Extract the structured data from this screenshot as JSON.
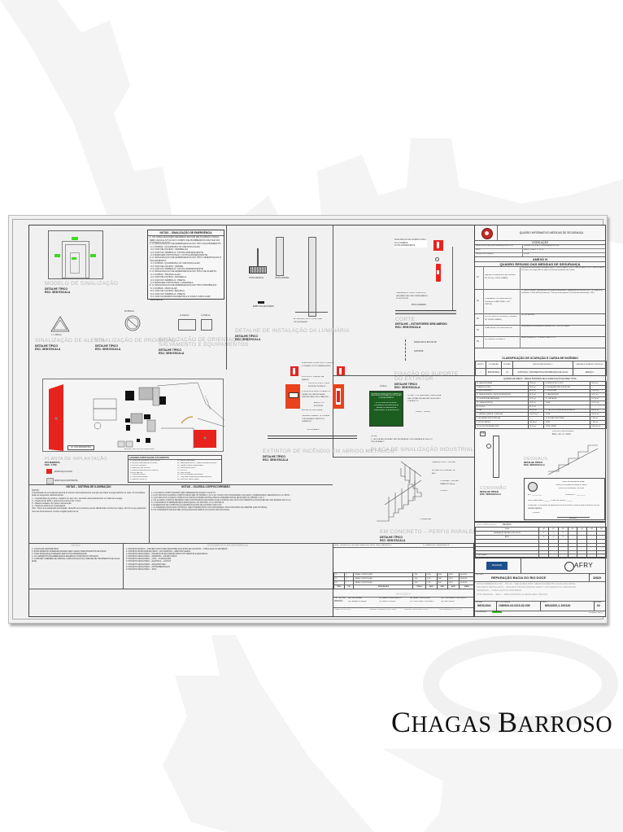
{
  "brand": {
    "first": "Chagas",
    "last": "Barroso"
  },
  "drawing": {
    "sections": {
      "modelo": {
        "title": "MODELO DE SINALIZAÇÃO",
        "sub": "DETALHE TÍPICO\nESC: SEM ESCALA"
      },
      "alerta": {
        "title": "SINALIZAÇÃO DE ALERTA",
        "sub": "DETALHE TÍPICO\nESC: SEM ESCALA",
        "dim": "L = 415mm"
      },
      "proibicao": {
        "title": "SINALIZAÇÃO DE PROIBIÇÃO",
        "sub": "DETALHE TÍPICO\nESC: SEM ESCALA",
        "dim": "D=353mm"
      },
      "orientacao": {
        "title": "SINALIZAÇÃO DE ORIENTAÇÃO E\nSALVAMENTO E EQUIPAMENTOS",
        "sub": "DETALHE TÍPICO\nESC: SEM ESCALA",
        "dim1": "L=412mm",
        "dim2": "L=316mm"
      },
      "luminaria": {
        "title": "DETALHE DE INSTALAÇÃO DA LUMINÁRIA",
        "sub": "DETALHE TÍPICO\nESC: SEM ESCALA",
        "labels": [
          "VISTA FRONTAL",
          "VISTA LATERAL",
          "EMBUTIDA EM FORRO",
          "ALTURA DA FONTE COM ALTURA DE INSTALAÇÃO"
        ]
      },
      "extintor_corte": {
        "title": "CORTE",
        "sub": "DETALHE – EXTINTORES SEM ABRIGO\nESC: SEM ESCALA",
        "note1": "SINALIZAÇÃO DE ACORDO COM A NT-10 DIMENS. FOTOLUMINESCENTE",
        "note2": "UMA ÁREA DE 1,00m x 1,00m DEVE SER MANTIDA LIVRE SOBRE ABRIGO DO EXTINTOR",
        "note3": "PISO ACABADO"
      },
      "fixacao": {
        "title": "FIXAÇÃO DO SUPORTE\nDO EXTINTOR",
        "sub": "DETALHE TÍPICO\nESC: SEM ESCALA",
        "labels": [
          "PARAFUSO E BUCHA S8",
          "SUPORTE"
        ]
      },
      "abrigo": {
        "title": "EXTINTOR DE INCÊNDIO EM ABRIGO METÁLICO",
        "sub": "DETALHE TÍPICO\nESC: SEM ESCALA",
        "labels": [
          "SINALIZAÇÃO DE ACORDO COM A NT-10 DIMENS. FOTOLUMINESCENTE",
          "SUPORTE P/ FIXAÇÃO NA PAREDE",
          "VISOR DE VIDRO COM A ESCRITA \"INCÊNDIO\"",
          "ETIQUETA DE IDENTIFICAÇÃO DO ÓRGÃO DE CERTIFICAÇÃO CREDENCIADO PELO INMETRO",
          "ABRIGO DO EXTINTOR",
          "ALETAS DE VENTILAÇÃO",
          "CAIXA EM CHAPA Nº 18 PINTADA COM ESMALTE SINTÉTICO VERMELHO",
          "PISO ACABADO"
        ]
      },
      "placa": {
        "title": "PLACA DE SINALIZAÇÃO INDUSTRIAL M1",
        "dim": "21,5mm",
        "lines": [
          "ESTA EDIFICAÇÃO ESTÁ DOTADA DOS SEGUINTES SISTEMAS DE PROTEÇÃO CONTRA INCÊNDIO:",
          "EXTINTORES DE INCÊNDIO",
          "ILUMINAÇÃO DE EMERGÊNCIA",
          "SAÍDAS DE EMERGÊNCIA",
          "SINALIZAÇÃO DE EMERGÊNCIA"
        ],
        "callout1": "LETRA – COR BRANCA ALTURA MÍNIMA DAS LETRAS DEVEM SER DE ACORDO COM A NT 10",
        "callout2": "FUNDO – VERDE",
        "note": "NOTAS:\n1 – AS PLACAS DEVERÃO SER INSTALADAS COM SUA BASE A 1,80m DO PISO ACABADO"
      },
      "escada": {
        "title": "EM CONCRETO – PERFIS PARALELOS",
        "sub": "DETALHE TÍPICO\nESC: SEM ESCALA",
        "labels": [
          "GUARDA-CORPO TUBULAR",
          "BUCHAS DE EXPANSÃO DE AÇO",
          "CORRIMÃO TUBULAR DIÂMETRO 38mm",
          "CONDUIT",
          "LONGARINAS"
        ]
      },
      "degraus": {
        "title": "DEGRAUS",
        "sub": "DETALHE TÍPICO\nESC: SEM ESCALA",
        "note": "CÁLCULO DE BLONDEL:\n63cm ≤ 2h + b ≤ 64cm"
      },
      "corrimao": {
        "title": "CORRIMÃO",
        "sub": "DETALHE TÍPICO\nESC: SEM ESCALA",
        "dim": "5,8"
      },
      "implantacao": {
        "title": "PLANTA DE IMPLANTAÇÃO",
        "sub": "ETA MARISTA\nESC: 1:750",
        "legend_new": "EDIFICAÇÃO NOVA",
        "legend_existing": "EDIFICAÇÃO EXISTENTE",
        "street": "AV. DOS IMIGRANTES",
        "street2": "ACESSO VEÍCULOS E PEDESTRES",
        "street3": "R. CHAMPAGNAT"
      }
    },
    "notes_emergencia": {
      "title": "NOTAS – SINALIZAÇÃO DE EMERGÊNCIA",
      "items": [
        "1. AS SINALIZAÇÕES DEVERÃO ESTAR DE ACORDO COM A NBR 13434 E NT-10 DO CORPO DE BOMBEIROS MILITAR DO ESPÍRITO SANTO.",
        "2. A SINALIZAÇÃO DE EMERGÊNCIA DO TIPO EQUIPAMENTO:\n 2.1 FORMA: QUADRADA OU RETANGULAR\n 2.2 COR DE FUNDO: VERMELHA\n 2.3 COR DO SÍMBOLO: FOTOLUMINESCENTE\n 2.4 MARGEM (OPCIONAL): FOTOLUMINESCENTE",
        "3. A SINALIZAÇÃO DE EMERGÊNCIA DO TIPO ORIENTAÇÃO E SALVAMENTO:\n 3.1 FORMA: QUADRADA OU RETANGULAR\n 3.2 COR DE FUNDO: VERDE\n 3.3 COR DO SÍMBOLO: FOTOLUMINESCENTE\n 3.4 MARGEM (OPCIONAL): FOTOLUMINESCENTE",
        "4. A SINALIZAÇÃO DE EMERGÊNCIA DO TIPO DE ALERTA:\n 4.1 FORMA: TRIANGULAR\n 4.2 COR DE FUNDO: AMARELA\n 4.3 COR DO SÍMBOLO: PRETA\n 4.4 MARGEM (OPCIONAL): AMARELA",
        "5. A SINALIZAÇÃO DE EMERGÊNCIA DO TIPO PROIBIÇÃO:\n 5.1 FORMA: CIRCULAR\n 5.2 COR DE FUNDO: BRANCA\n 5.3 COR DO SÍMBOLO: PRETA\n 5.4 COR DA BARRA DIAMETRAL E FAIXA CIRCULAR: VERMELHA\n 5.5 MARGEM (OPCIONAL): BRANCA"
      ]
    },
    "notes_extintor": {
      "title": "NOTAS – EXTINTOR PORTÁTIL",
      "items": [
        "1. OS EXTINTORES DEVERÃO PERMANECER DESOBSTRUÍDOS E VISÍVEIS.",
        "2. OS ABRIGOS DEVERÃO SER INSTALADOS DENTRO DOS LIMITES DA NORMA.",
        "3. A EMBALAGEM DEVERÁ SER FIXADA COM TINTAS DE CORES FIXAS."
      ]
    },
    "notes_guarda": {
      "title": "NOTAS – GUARDA-CORPO/CORRIMÃO"
    },
    "notes_iluminacao": {
      "title": "NOTAS – SISTEMA DE ILUMINAÇÃO",
      "text": "NOTAS:\nA iluminação de emergência deverá funcionar automaticamente sempre que faltar energia elétrica na rede. As luminárias terão as seguintes características:\n1 – Constituídas de acrílico, metálico ou aço inox, ascende automaticamente em falta de energia.\n2 – Potência de 30W e autonomia mínima de 1 hora.\n3 – Bateria selada e de baixa manutenção.\n4 – Sistema autônomo recarregável.\nObs.: Para uma adequada iluminação, deverão ser previstos pontos distribuídos conforme projeto, de forma que garantam nível de iluminamento mínimo exigido pela norma."
    },
    "notes_geral": {
      "title": "NOTAS",
      "items": [
        "1. COTAS EM CENTÍMETROS.",
        "2. ESTE DESENHO SOMENTE DEVERÁ SER USADO PARA PROJETOS DE PSCIP.",
        "3. TODA SINALIZAÇÃO DEVERÁ SER FOTOLUMINESCENTE.",
        "4. OS GABARITOS DE EMERGÊNCIA DEVERÃO CONSTAR NO PROJETO.",
        "5. O PROJETO REFERE-SE APENAS À IMPLANTAÇÃO NA UNIDADE DE TRATAMENTO DE ÁGUA (ETA)."
      ]
    },
    "documentos": {
      "title": "DOCUMENTOS DE REFERÊNCIA",
      "items": [
        "1. PROJETO BÁSICO – PROJETO EPCI PARA MELHORIA DAS ETAS DE COLATINA – TUBULAÇÃO E SISTEMAS",
        "2. PROJETO BÁSICO/DETALHADO – ETA MARISTA – ARRANJO GERAL",
        "3. PROJETO DETALHADO – PROJETO BÁSICO/DETALHADO UTR MARISTA E ARACRUZA",
        "4. PROJETO DETALHADO – DESENHO – ESTRUTURAS",
        "5. PROJETO DETALHADO – CIVIL – FUNDAÇÕES",
        "6. PROJETO DETALHADO – ELÉTRICA – LAYOUT",
        "7. PROJETO DETALHADO – ARQUITETURA",
        "8. PROJETO DETALHADO – INSTRUMENTAÇÃO",
        "9. PROJETO DETALHADO – SPCI"
      ]
    },
    "legenda_edificacoes": {
      "title": "LEGENDA EDIFICAÇÕES ETA MARISTA",
      "items": [
        "1. CASA DE QUÍMICA – ETA NOVA",
        "2. DECANTADORES ETA NOVA",
        "3. FILTRO RÁPIDO",
        "4. SENSOR DE CLORO",
        "5. DECANTADORES ETA VELHA",
        "6. ETA VELHA",
        "7. LABORATÓRIO",
        "8. CASA DE BOMBA",
        "9. ABRIGO MORTO",
        "10. ALMOXARIFADO",
        "11. SALA ELÉTRICA – GMI E SUPERVISÓRIO",
        "12. SUBESTAÇÃO ABRIGADA",
        "13. CAIXA ELÉTRICA",
        "14. FILTRO",
        "15. CAPTAÇÃO",
        "16. FILTROS ADENSADORES",
        "17. TAQ RECUPERAÇÃO/ADENSADOR",
        "18. BOLSÃO GESTORES"
      ]
    },
    "quadro": {
      "header": "QUADRO INFORMATIVO MEDIDAS DE SEGURANÇA",
      "sub": "LEGISLAÇÃO",
      "rows": [
        {
          "k": "Norma técnica base para elaboração do PSCIP",
          "v": "Decreto 2423-R de 15 de dezembro de 2009"
        },
        {
          "k": "Risco",
          "v": "NBR9 2 PBBLX 1 / 01 02"
        },
        {
          "k": "Situação de ocupação",
          "v": "NOVA"
        }
      ],
      "anexo": "ANEXO H",
      "resumo": "QUADRO RESUMO DAS MEDIDAS DE SEGURANÇA",
      "medidas": [
        {
          "n": "01",
          "name": "SAÍDAS DE EMERGÊNCIA (Conforme NT 10-Parte 1/2013 CBMES)",
          "desc": "Escadas Enclausuradas Protegidas (EHC) – Não se aplica. 1) NP1: Não se aplica 2) NP2: Não se aplica 3) Portas corta fogo: Não se aplica 4) Dimensionamento das saídas"
        },
        {
          "n": "02",
          "name": "ILUMINAÇÃO DE EMERGÊNCIA (Conforme a NBR 10898 e a NT 13/2013)",
          "desc": "1) Tipo de sistema: centralizado com grupo motogerador 2) Autonomia do sistema: mín. 1h 3) Altura de instalação: 2,20m 4) Fluxo luminoso: 3 lux em locais planos 5) Tensão de alimentação: 110 V"
        },
        {
          "n": "03",
          "name": "EXTINTORES DE INCÊNDIO (Conforme NT 12/2009 CBMES)",
          "desc": "1) PQS 2A:20BC"
        },
        {
          "n": "04",
          "name": "SINALIZAÇÃO DE EMERGÊNCIA",
          "desc": "A sinalização de emergência atenderá a NT 14/2013 CBMES"
        },
        {
          "n": "05",
          "name": "SISTEMA DE HIDRANTE",
          "desc": "Isento conforme NT 15 anexo a item 5.1.1.1"
        }
      ],
      "classificacao": {
        "title": "CLASSIFICAÇÃO DE OCUPAÇÃO E CARGA DE INCÊNDIO",
        "headers": [
          "GRUPO",
          "OCUPAÇÃO",
          "DIVISÃO",
          "DESCRIÇÃO/EXEMPLO",
          "CARGA DE INCÊNDIO EM MJ/m²"
        ],
        "row": [
          "I",
          "INDUSTRIAL",
          "I-1",
          "CAPTAÇÃO, TRATAMENTO E DISTRIBUIÇÃO DE ÁGUA",
          "300MJ/m²"
        ]
      },
      "areas_title": "QUADRO DE ÁREAS – ÁREAS PASSÍVEIS DE CLASSIFICAÇÃO DE ÁREA TOTAL",
      "areas": [
        [
          "A. CASA DE BOMBA",
          "13,60 m²",
          "A. SENSOR DE CLORO",
          "58,40 m²"
        ],
        [
          "B. ABRIGO MORTO",
          "18,09 m²",
          "B. DECANTADORES ETA VELHA",
          "—"
        ],
        [
          "10. ALMOXARIFADO",
          "38,67 m²",
          "C. ETA VELHA",
          "738,40 m²"
        ],
        [
          "11. SALA ELÉTRICA – GMI E SUPERVISÓRIO",
          "88,11 m²",
          "7. LABORATÓRIO",
          "54,17 m²"
        ],
        [
          "12. SUBESTAÇÃO ABRIGADA",
          "22,41 m²",
          "15. CAPTAÇÃO",
          "120,08 m²"
        ],
        [
          "13. CAIXA ELÉTRICA",
          "15,09 m²",
          "TOTAL",
          "971,15 m²"
        ],
        [
          "14. FILTRO",
          "38,77 m²",
          "",
          ""
        ],
        [
          "TOTAL",
          "230,41 m²",
          "17. TAQ RECUPERAÇÃO/ADENSADOR",
          "800,63 m²"
        ],
        [
          "1. CASA DE QUÍMICA – ETA NOVA",
          "1.002,33 m²",
          "TOTAL",
          "800,63 m²"
        ],
        [
          "2. DECANTADORES ETA NOVA",
          "—",
          "18. BOLSÃO GESTORES",
          "1.285 m²"
        ],
        [
          "3. FILTRO RÁPIDO",
          "143,60 m²",
          "TOTAL",
          "1.285 m²"
        ],
        [
          "16. FILTROS ADENSADORES",
          "78,42 m²",
          "TOTAL GERAL",
          "3.335,41 m²"
        ]
      ],
      "aprovacao": {
        "l1": "Corpo de Bombeiros Militar",
        "l2": "Governo do Estado do Espírito Santo",
        "l3": "Centro de Atividades Técnicas",
        "f1": "Em: ___/___/___",
        "f2": "Protocolo Nº: ________",
        "f3": "Visto credenciado: ______  Chefe da Vistoria: ______",
        "f4": "PARECER: O processo de segurança contra incêndio e pânico está de acordo com as normas vigentes.",
        "f5": "VISADO",
        "f6": "Assinatura"
      }
    },
    "distribuicao": {
      "title": "DISTRIBUIÇÃO",
      "col": "REVISÃO",
      "headers": [
        "Folha",
        "00",
        "01",
        "02",
        "03",
        "04",
        "05",
        "06"
      ],
      "rows": [
        [
          "REPARAÇÃO BACIA DO RIO DOCE",
          "X",
          "X",
          "X",
          "",
          "",
          "",
          ""
        ],
        [
          "AFRY",
          "X",
          "X",
          "X",
          "",
          "",
          "",
          ""
        ]
      ],
      "footer": "L. de Cópias"
    },
    "revisoes": {
      "header_left": "Resp. Técnica Proj.: ALVIMAR BARBOSA VIDAL / ENG. MECÂNICO",
      "header_right": "Nº CREA/CAU: 0000000000-SP",
      "rows": [
        [
          "01",
          "C",
          "PARA CONSTRUÇÃO",
          "JSS",
          "LSD",
          "ISM",
          "MVV",
          "05/05/25"
        ],
        [
          "02",
          "C",
          "PARA CONSTRUÇÃO",
          "JSS",
          "LSD",
          "ISM",
          "MVV",
          "05/05/25"
        ],
        [
          "03",
          "C",
          "PARA CONSTRUÇÃO",
          "JSS",
          "LSD",
          "ISM",
          "MVV",
          "05/05/25"
        ]
      ],
      "cols": [
        "REV.",
        "T.E.",
        "DESCRIÇÃO",
        "PROJ.",
        "DES.",
        "VER.",
        "APR.",
        "DATA"
      ],
      "title": "REVISÕES",
      "te_label": "T.E. TIPO DE EMISSÃO",
      "te_options": [
        "(A) PRELIMINAR",
        "(B) PARA APROVAÇÃO",
        "(C) PARA CONHECIMENTO",
        "(D) PARA COTAÇÃO",
        "(E) PARA CONSTRUÇÃO",
        "(F) CONFORME COMPRADO",
        "(G) CONFORME CONSTRUÍDO",
        "(H) CANCELADO"
      ],
      "footer": [
        "Código PJM: 0000-000",
        "Projetado: Fernando de Lima Calvate",
        "Verificado: Daniela Maria Pereira",
        "Data de Aprovação: 21/05/2025"
      ]
    },
    "titleblock": {
      "client_logo": "Reparação",
      "company": "AFRY",
      "project_label": "PROJETO",
      "project": "REPARAÇÃO BACIA DO RIO DOCE",
      "number_label": "Nº",
      "number": "32829",
      "desc": "SOCIOAMBIENTAL OD – PG 32 – MELHORIA SIST. ABASTECIMENTO ÁGUA COLATINA\nPROJETO DETALHADO – PROJETO BÁSICO/DETALHADO UTR MARISTA E ARACRUZA\nDESENHO – TUBULAÇÃO E SISTEMAS\nUTR MARISTA – SPCI – IMPLANTAÇÃO E DETALHES TÍPICOS",
      "escala_label": "ESCALA",
      "escala": "INDICADA",
      "contratada_label": "Nº CONTRATADA",
      "contratada": "1080523-03-0310-02-005",
      "afry_label": "Nº AFRY",
      "afry": "M024300-1-100126",
      "rev_label": "REVISÃO",
      "rev": "02",
      "classificacao_label": "Classificação:",
      "classificacao": "PÚBLICO",
      "page": "FOLHA 01 DE 01"
    }
  }
}
